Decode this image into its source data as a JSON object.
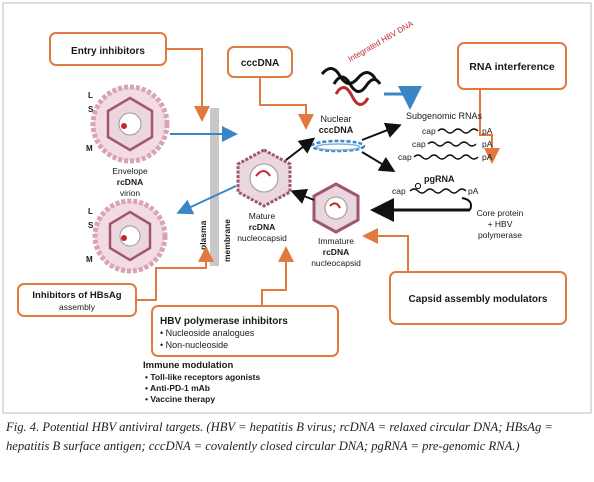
{
  "labels": {
    "entry_inhibitors": "Entry inhibitors",
    "cccdna_box": "cccDNA",
    "integrated_hbv_dna": "Integrated HBV DNA",
    "rna_interference": "RNA interference",
    "L": "L",
    "S": "S",
    "M": "M",
    "envelope_virion": [
      "Envelope",
      "rcDNA",
      "virion"
    ],
    "nuclear_cccdna": [
      "Nuclear",
      "cccDNA"
    ],
    "subgenomic_rnas": "Subgenomic RNAs",
    "cap": "cap",
    "pA": "pA",
    "pgrna": "pgRNA",
    "mature_nucleocapsid": [
      "Mature",
      "rcDNA",
      "nucleocapsid"
    ],
    "immature_nucleocapsid": [
      "Immature",
      "rcDNA",
      "nucleocapsid"
    ],
    "plasma_membrane": [
      "plasma",
      "membrane"
    ],
    "core_protein": [
      "Core protein",
      "+ HBV",
      "polymerase"
    ],
    "inhibitors_hbsag": [
      "Inhibitors of HBsAg",
      "assembly"
    ],
    "polymerase_inhibitors_title": "HBV polymerase inhibitors",
    "polymerase_inhibitors_items": [
      "• Nucleoside analogues",
      "• Non-nucleoside"
    ],
    "capsid_modulators": "Capsid assembly modulators",
    "immune_title": "Immune modulation",
    "immune_items": [
      "• Toll-like receptors agonists",
      "• Anti-PD-1 mAb",
      "• Vaccine therapy"
    ]
  },
  "caption": "Fig. 4. Potential HBV antiviral targets.  (HBV = hepatitis B virus;  rcDNA = relaxed circular DNA; HBsAg = hepatitis B surface antigen; cccDNA = covalently closed circular DNA; pgRNA = pre-genomic RNA.)",
  "colors": {
    "inhibitor_box": "#e07a3f",
    "inhibitor_arrow": "#e07a3f",
    "pathway_arrow": "#3a85c6",
    "virion_envelope": "#d9a3b6",
    "virion_core": "#a0566f",
    "membrane": "#c8c8c8",
    "dna_red": "#c0282d"
  }
}
